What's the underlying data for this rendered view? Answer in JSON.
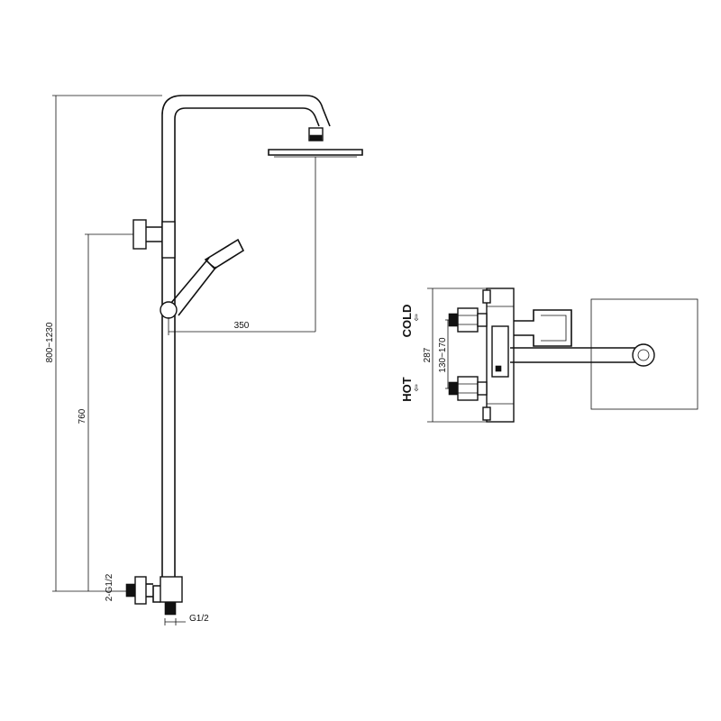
{
  "labels": {
    "height_range": "800~1230",
    "height_760": "760",
    "arm_350": "350",
    "inlet_left": "2-G1/2",
    "outlet_bottom": "G1/2",
    "cold": "COLD",
    "hot": "HOT",
    "width_287": "287",
    "spacing": "130~170",
    "arrow": "⇩"
  },
  "colors": {
    "line": "#111111",
    "background": "#ffffff"
  }
}
